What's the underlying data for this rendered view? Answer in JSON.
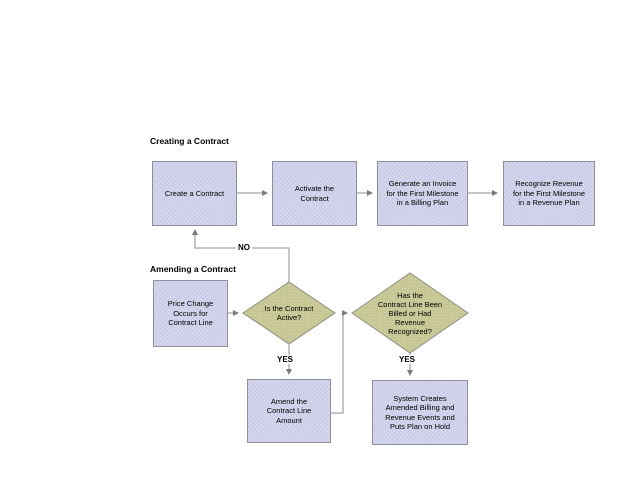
{
  "colors": {
    "box_fill": "#c9cae7",
    "diamond_fill": "#c6c795",
    "node_border": "#8f8f9e",
    "connector_line": "#8c8c8c",
    "text": "#000000"
  },
  "sections": {
    "creating": {
      "heading": "Creating a Contract",
      "nodes": {
        "create_contract": "Create a Contract",
        "activate_contract": "Activate the\nContract",
        "generate_invoice": "Generate an Invoice\nfor the First Milestone\nin a Billing Plan",
        "recognize_revenue": "Recognize Revenue\nfor the First Milestone\nin a Revenue Plan"
      }
    },
    "amending": {
      "heading": "Amending a Contract",
      "nodes": {
        "price_change": "Price Change\nOccurs for\nContract Line",
        "is_contract_active": "Is the Contract\nActive?",
        "billed_or_recognized": "Has the\nContract Line Been\nBilled or Had\nRevenue\nRecognized?",
        "amend_contract_line": "Amend the\nContract Line\nAmount",
        "system_creates": "System Creates\nAmended Billing and\nRevenue Events and\nPuts Plan on Hold"
      }
    }
  },
  "edge_labels": {
    "no_not_active": "NO",
    "yes_active": "YES",
    "yes_billed": "YES"
  }
}
